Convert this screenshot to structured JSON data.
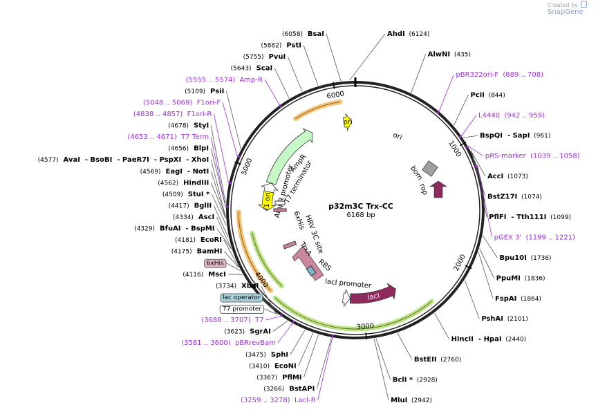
{
  "credit": {
    "text": "Created by",
    "brand": "SnapGene"
  },
  "plasmid": {
    "name": "p32m3C Trx-CC",
    "size": "6168 bp",
    "length": 6168
  },
  "colors": {
    "ring": "#222222",
    "enzyme_text": "#000000",
    "primer": "#9b30d9",
    "feature_yellow": "#ffff00",
    "feature_maroon": "#8e2a5c",
    "feature_green": "#c6f7c6",
    "feature_pink": "#c9869f",
    "feature_gray": "#a0a0a0",
    "feature_teal": "#7fb3c6",
    "highlight_orange": "#f3c47b",
    "highlight_green": "#b6e68a"
  },
  "ticks": [
    {
      "label": "1000",
      "bp": 1000
    },
    {
      "label": "2000",
      "bp": 2000
    },
    {
      "label": "3000",
      "bp": 3000
    },
    {
      "label": "4000",
      "bp": 4000
    },
    {
      "label": "5000",
      "bp": 5000
    },
    {
      "label": "6000",
      "bp": 6000
    }
  ],
  "enzymes_right": [
    {
      "bp": 6124,
      "parts": [
        {
          "t": "AhdI",
          "b": true
        },
        {
          "t": "(6124)",
          "b": false
        }
      ]
    },
    {
      "bp": 435,
      "parts": [
        {
          "t": "AlwNI",
          "b": true
        },
        {
          "t": "(435)",
          "b": false
        }
      ]
    },
    {
      "bp": 689,
      "primer": true,
      "parts": [
        {
          "t": "pBR322ori-F",
          "b": false
        },
        {
          "t": "(689 .. 708)",
          "b": false
        }
      ]
    },
    {
      "bp": 844,
      "parts": [
        {
          "t": "PciI",
          "b": true
        },
        {
          "t": "(844)",
          "b": false
        }
      ]
    },
    {
      "bp": 942,
      "primer": true,
      "parts": [
        {
          "t": "L4440",
          "b": false
        },
        {
          "t": "(942 .. 959)",
          "b": false
        }
      ]
    },
    {
      "bp": 961,
      "parts": [
        {
          "t": "BspQI",
          "b": true
        },
        {
          "t": "- SapI",
          "b": true
        },
        {
          "t": "(961)",
          "b": false
        }
      ]
    },
    {
      "bp": 1039,
      "primer": true,
      "parts": [
        {
          "t": "pRS-marker",
          "b": false
        },
        {
          "t": "(1039 .. 1058)",
          "b": false
        }
      ]
    },
    {
      "bp": 1073,
      "parts": [
        {
          "t": "AccI",
          "b": true
        },
        {
          "t": "(1073)",
          "b": false
        }
      ]
    },
    {
      "bp": 1074,
      "parts": [
        {
          "t": "BstZ17I",
          "b": true
        },
        {
          "t": "(1074)",
          "b": false
        }
      ]
    },
    {
      "bp": 1099,
      "parts": [
        {
          "t": "PflFI",
          "b": true
        },
        {
          "t": "- Tth111I",
          "b": true
        },
        {
          "t": "(1099)",
          "b": false
        }
      ]
    },
    {
      "bp": 1199,
      "primer": true,
      "parts": [
        {
          "t": "pGEX 3'",
          "b": false
        },
        {
          "t": "(1199 .. 1221)",
          "b": false
        }
      ]
    },
    {
      "bp": 1736,
      "parts": [
        {
          "t": "Bpu10I",
          "b": true
        },
        {
          "t": "(1736)",
          "b": false
        }
      ]
    },
    {
      "bp": 1836,
      "parts": [
        {
          "t": "PpuMI",
          "b": true
        },
        {
          "t": "(1836)",
          "b": false
        }
      ]
    },
    {
      "bp": 1864,
      "parts": [
        {
          "t": "FspAI",
          "b": true
        },
        {
          "t": "(1864)",
          "b": false
        }
      ]
    },
    {
      "bp": 2101,
      "parts": [
        {
          "t": "PshAI",
          "b": true
        },
        {
          "t": "(2101)",
          "b": false
        }
      ]
    },
    {
      "bp": 2440,
      "parts": [
        {
          "t": "HincII",
          "b": true
        },
        {
          "t": "- HpaI",
          "b": true
        },
        {
          "t": "(2440)",
          "b": false
        }
      ]
    },
    {
      "bp": 2760,
      "parts": [
        {
          "t": "BstEII",
          "b": true
        },
        {
          "t": "(2760)",
          "b": false
        }
      ]
    },
    {
      "bp": 2928,
      "parts": [
        {
          "t": "BclI *",
          "b": true
        },
        {
          "t": "(2928)",
          "b": false
        }
      ]
    },
    {
      "bp": 2942,
      "parts": [
        {
          "t": "MluI",
          "b": true
        },
        {
          "t": "(2942)",
          "b": false
        }
      ]
    }
  ],
  "enzymes_left": [
    {
      "bp": 6058,
      "parts": [
        {
          "t": "(6058)",
          "b": false
        },
        {
          "t": "BsaI",
          "b": true
        }
      ]
    },
    {
      "bp": 5882,
      "parts": [
        {
          "t": "(5882)",
          "b": false
        },
        {
          "t": "PstI",
          "b": true
        }
      ]
    },
    {
      "bp": 5755,
      "parts": [
        {
          "t": "(5755)",
          "b": false
        },
        {
          "t": "PvuI",
          "b": true
        }
      ]
    },
    {
      "bp": 5643,
      "parts": [
        {
          "t": "(5643)",
          "b": false
        },
        {
          "t": "ScaI",
          "b": true
        }
      ]
    },
    {
      "bp": 5555,
      "primer": true,
      "parts": [
        {
          "t": "(5555 .. 5574)",
          "b": false
        },
        {
          "t": "Amp-R",
          "b": false
        }
      ]
    },
    {
      "bp": 5109,
      "parts": [
        {
          "t": "(5109)",
          "b": false
        },
        {
          "t": "PsiI",
          "b": true
        }
      ]
    },
    {
      "bp": 5048,
      "primer": true,
      "parts": [
        {
          "t": "(5048 .. 5069)",
          "b": false
        },
        {
          "t": "F1ori-F",
          "b": false
        }
      ]
    },
    {
      "bp": 4838,
      "primer": true,
      "parts": [
        {
          "t": "(4838 .. 4857)",
          "b": false
        },
        {
          "t": "F1ori-R",
          "b": false
        }
      ]
    },
    {
      "bp": 4678,
      "parts": [
        {
          "t": "(4678)",
          "b": false
        },
        {
          "t": "StyI",
          "b": true
        }
      ]
    },
    {
      "bp": 4653,
      "primer": true,
      "parts": [
        {
          "t": "(4653 .. 4671)",
          "b": false
        },
        {
          "t": "T7 Term",
          "b": false
        }
      ]
    },
    {
      "bp": 4656,
      "parts": [
        {
          "t": "(4656)",
          "b": false
        },
        {
          "t": "BlpI",
          "b": true
        }
      ]
    },
    {
      "bp": 4577,
      "parts": [
        {
          "t": "(4577)",
          "b": false
        },
        {
          "t": "AvaI",
          "b": true
        },
        {
          "t": "- BsoBI",
          "b": true
        },
        {
          "t": "- PaeR7I",
          "b": true
        },
        {
          "t": "- PspXI",
          "b": true
        },
        {
          "t": "- XhoI",
          "b": true
        }
      ]
    },
    {
      "bp": 4569,
      "parts": [
        {
          "t": "(4569)",
          "b": false
        },
        {
          "t": "EagI",
          "b": true
        },
        {
          "t": "- NotI",
          "b": true
        }
      ]
    },
    {
      "bp": 4562,
      "parts": [
        {
          "t": "(4562)",
          "b": false
        },
        {
          "t": "HindIII",
          "b": true
        }
      ]
    },
    {
      "bp": 4509,
      "parts": [
        {
          "t": "(4509)",
          "b": false
        },
        {
          "t": "StuI *",
          "b": true
        }
      ]
    },
    {
      "bp": 4417,
      "parts": [
        {
          "t": "(4417)",
          "b": false
        },
        {
          "t": "BglII",
          "b": true
        }
      ]
    },
    {
      "bp": 4334,
      "parts": [
        {
          "t": "(4334)",
          "b": false
        },
        {
          "t": "AscI",
          "b": true
        }
      ]
    },
    {
      "bp": 4329,
      "parts": [
        {
          "t": "(4329)",
          "b": false
        },
        {
          "t": "BfuAI",
          "b": true
        },
        {
          "t": "- BspMI",
          "b": true
        }
      ]
    },
    {
      "bp": 4181,
      "parts": [
        {
          "t": "(4181)",
          "b": false
        },
        {
          "t": "EcoRI",
          "b": true
        }
      ]
    },
    {
      "bp": 4175,
      "parts": [
        {
          "t": "(4175)",
          "b": false
        },
        {
          "t": "BamHI",
          "b": true
        }
      ]
    },
    {
      "bp": 4150,
      "boxed": "pink",
      "parts": [
        {
          "t": "6xHis",
          "b": false
        }
      ]
    },
    {
      "bp": 4116,
      "parts": [
        {
          "t": "(4116)",
          "b": false
        },
        {
          "t": "MscI",
          "b": true
        }
      ]
    },
    {
      "bp": 3734,
      "parts": [
        {
          "t": "(3734)",
          "b": false
        },
        {
          "t": "XbaI",
          "b": true
        }
      ]
    },
    {
      "bp": 3720,
      "boxed": "teal",
      "parts": [
        {
          "t": "lac operator",
          "b": false
        }
      ]
    },
    {
      "bp": 3710,
      "boxed": "white",
      "parts": [
        {
          "t": "T7 promoter",
          "b": false
        }
      ]
    },
    {
      "bp": 3688,
      "primer": true,
      "parts": [
        {
          "t": "(3688 .. 3707)",
          "b": false
        },
        {
          "t": "T7",
          "b": false
        }
      ]
    },
    {
      "bp": 3623,
      "parts": [
        {
          "t": "(3623)",
          "b": false
        },
        {
          "t": "SgrAI",
          "b": true
        }
      ]
    },
    {
      "bp": 3581,
      "primer": true,
      "parts": [
        {
          "t": "(3581 .. 3600)",
          "b": false
        },
        {
          "t": "pBRrevBam",
          "b": false
        }
      ]
    },
    {
      "bp": 3475,
      "parts": [
        {
          "t": "(3475)",
          "b": false
        },
        {
          "t": "SphI",
          "b": true
        }
      ]
    },
    {
      "bp": 3410,
      "parts": [
        {
          "t": "(3410)",
          "b": false
        },
        {
          "t": "EcoNI",
          "b": true
        }
      ]
    },
    {
      "bp": 3367,
      "parts": [
        {
          "t": "(3367)",
          "b": false
        },
        {
          "t": "PflMI",
          "b": true
        }
      ]
    },
    {
      "bp": 3266,
      "parts": [
        {
          "t": "(3266)",
          "b": false
        },
        {
          "t": "BstAPI",
          "b": true
        }
      ]
    },
    {
      "bp": 3259,
      "primer": true,
      "parts": [
        {
          "t": "(3259 .. 3278)",
          "b": false
        },
        {
          "t": "LacI-R",
          "b": false
        }
      ]
    }
  ],
  "features": [
    {
      "name": "ori",
      "label": "ori",
      "color": "#ffff00",
      "start": 6040,
      "end": 6130,
      "dir": "cw",
      "lane": 2,
      "labelInside": true
    },
    {
      "name": "AmpR",
      "label": "AmpR",
      "color": "#c6f7c6",
      "start": 4930,
      "end": 5670,
      "dir": "cw",
      "lane": 2,
      "labelInside": false
    },
    {
      "name": "AmpR-promoter",
      "label": "AmpR promoter",
      "color": "#ffffff",
      "start": 4830,
      "end": 4930,
      "dir": "cw",
      "lane": 2,
      "labelInside": false
    },
    {
      "name": "f1-ori",
      "label": "f1 ori",
      "color": "#ffff00",
      "start": 4620,
      "end": 4830,
      "dir": "ccw",
      "lane": 2,
      "labelInside": true
    },
    {
      "name": "lacI",
      "label": "lacI",
      "color": "#8e2a5c",
      "start": 2620,
      "end": 3140,
      "dir": "ccw",
      "lane": 2,
      "labelInside": true
    },
    {
      "name": "lacI-promoter",
      "label": "lacI promoter",
      "color": "#ffffff",
      "start": 3140,
      "end": 3220,
      "dir": "ccw",
      "lane": 2,
      "labelInside": false
    }
  ],
  "inner_labels": [
    {
      "text": "ori",
      "color": "#000000"
    },
    {
      "text": "bom",
      "color": "#000000"
    },
    {
      "text": "rop",
      "color": "#000000"
    },
    {
      "text": "T7 terminator",
      "color": "#000000"
    },
    {
      "text": "6xHis",
      "color": "#000000"
    },
    {
      "text": "HRV 3C site",
      "color": "#000000"
    },
    {
      "text": "TrxA",
      "color": "#000000"
    },
    {
      "text": "RBS",
      "color": "#000000"
    }
  ]
}
